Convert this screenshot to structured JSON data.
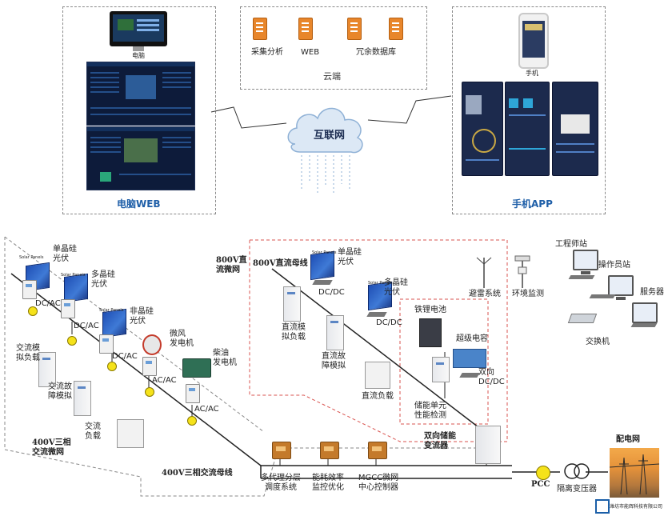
{
  "top": {
    "computer_label": "电脑",
    "web_title": "电脑WEB",
    "cloud_title": "云端",
    "cloud_items": [
      "采集分析",
      "WEB",
      "冗余数据库"
    ],
    "internet_label": "互联网",
    "phone_label": "手机",
    "app_title": "手机APP"
  },
  "ac_grid": {
    "panel_caption": "Solar Panels",
    "mono_pv": "单晶硅\n光伏",
    "multi_pv": "多晶硅\n光伏",
    "amorphous_pv": "非晶硅\n光伏",
    "wind": "微风\n发电机",
    "diesel": "柴油\n发电机",
    "dcac_1": "DC/AC",
    "dcac_2": "DC/AC",
    "dcac_3": "DC/AC",
    "acac_1": "AC/AC",
    "acac_2": "AC/AC",
    "ac_sim_load": "交流模\n拟负载",
    "ac_fault": "交流故\n障模拟",
    "ac_load": "交流\n负载",
    "title": "400V三相\n交流微网",
    "bus": "400V三相交流母线"
  },
  "dc_grid": {
    "title": "800V直\n流微网",
    "bus": "800V直流母线",
    "mono_pv": "单晶硅\n光伏",
    "multi_pv": "多晶硅\n光伏",
    "dcdc_1": "DC/DC",
    "dcdc_2": "DC/DC",
    "dc_sim_load": "直流模\n拟负载",
    "dc_fault": "直流故\n障模拟",
    "dc_load": "直流负载",
    "li_battery": "铁锂电池",
    "supercap": "超级电容",
    "bidir_dcdc": "双向\nDC/DC",
    "storage_test": "储能单元\n性能检测",
    "pcs": "双向储能\n变流器"
  },
  "controls": {
    "dispatch": "多代理分层\n调度系统",
    "efficiency": "能耗效率\n监控优化",
    "mgcc": "MGCC微网\n中心控制器"
  },
  "right": {
    "lightning": "避雷系统",
    "env": "环境监测",
    "eng_station": "工程师站",
    "op_station": "操作员站",
    "server": "服务器",
    "switch": "交换机",
    "pcc": "PCC",
    "transformer": "隔离变压器",
    "grid": "配电网",
    "company": "潍坊市能辉科技有限公司"
  }
}
